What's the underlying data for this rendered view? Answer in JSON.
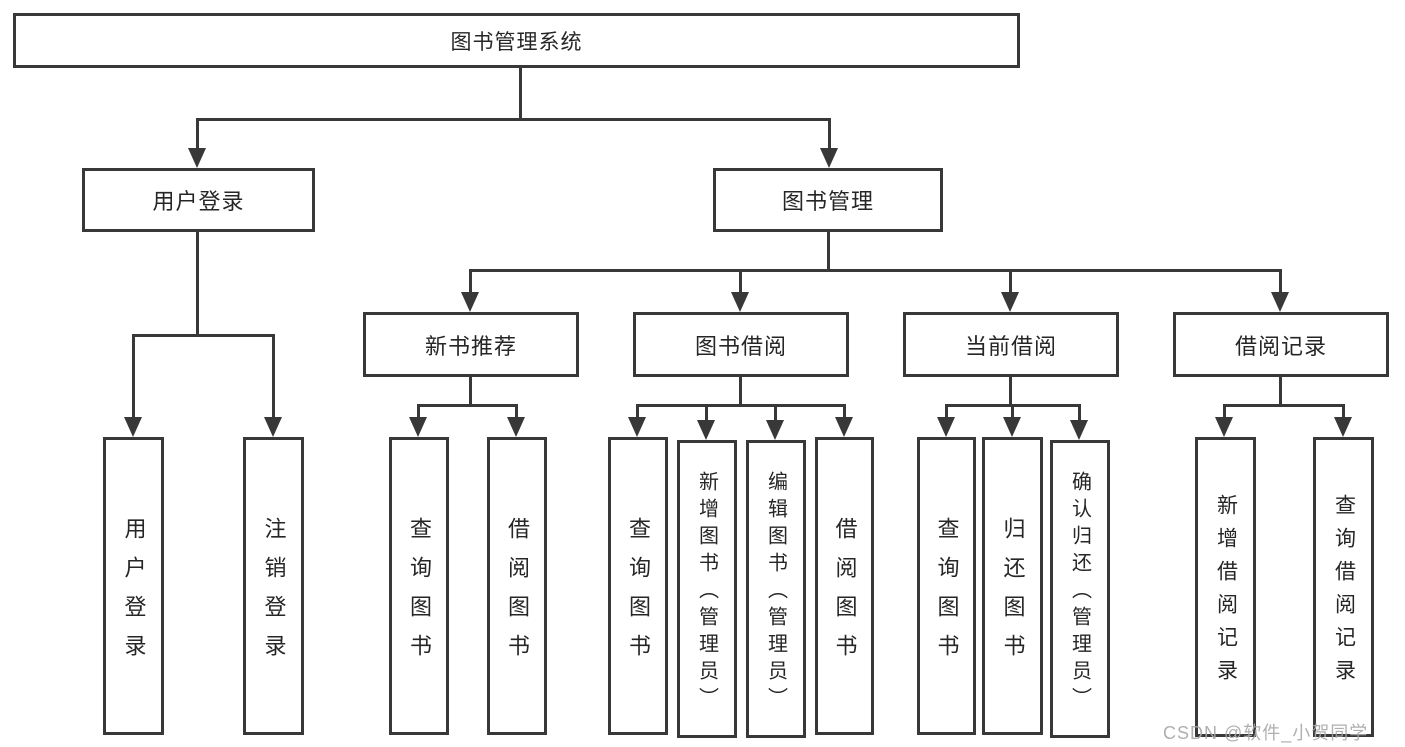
{
  "diagram": {
    "root": "图书管理系统",
    "login": {
      "label": "用户登录",
      "children": [
        "用户登录",
        "注销登录"
      ]
    },
    "management": {
      "label": "图书管理",
      "groups": [
        {
          "label": "新书推荐",
          "children": [
            "查询图书",
            "借阅图书"
          ]
        },
        {
          "label": "图书借阅",
          "children": [
            "查询图书",
            "新增图书（管理员）",
            "编辑图书（管理员）",
            "借阅图书"
          ]
        },
        {
          "label": "当前借阅",
          "children": [
            "查询图书",
            "归还图书",
            "确认归还（管理员）"
          ]
        },
        {
          "label": "借阅记录",
          "children": [
            "新增借阅记录",
            "查询借阅记录"
          ]
        }
      ]
    }
  },
  "watermark": "CSDN @软件_小贺同学",
  "colors": {
    "line": "#383838",
    "text": "#262626",
    "watermark": "#a8a8a8",
    "background": "#ffffff"
  }
}
